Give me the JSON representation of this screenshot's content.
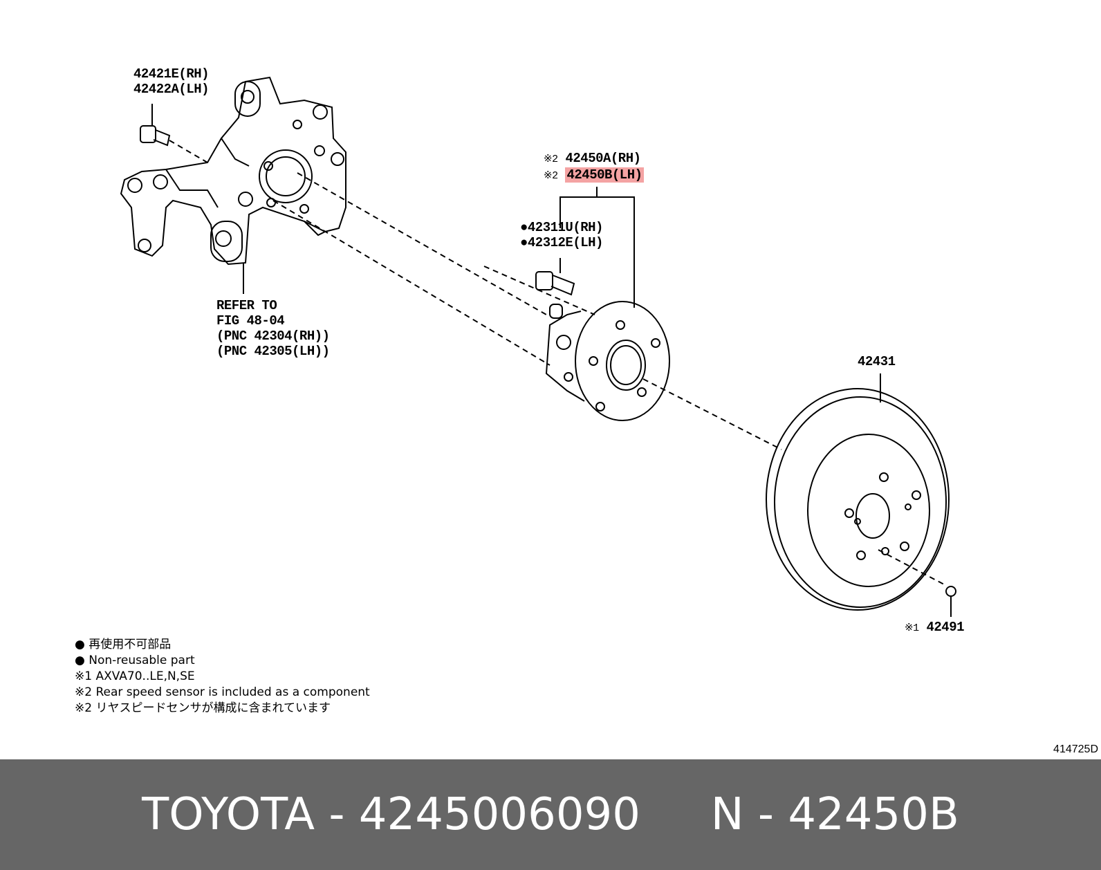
{
  "labels": {
    "knuckle_bolt_rh": "42421E(RH)",
    "knuckle_bolt_lh": "42422A(LH)",
    "refer_line1": "REFER TO",
    "refer_line2": "FIG 48-04",
    "refer_line3": "(PNC 42304(RH))",
    "refer_line4": "(PNC 42305(LH))",
    "hub_mark": "※2",
    "hub_rh": "42450A(RH)",
    "hub_lh": "42450B(LH)",
    "bolt_rh": "●42311U(RH)",
    "bolt_lh": "●42312E(LH)",
    "disc": "42431",
    "screw_mark": "※1",
    "screw": "42491"
  },
  "legend": {
    "line1": "● 再使用不可部品",
    "line2": "● Non-reusable part",
    "line3": "※1 AXVA70..LE,N,SE",
    "line4": "※2 Rear speed sensor is included as a component",
    "line5": "※2 リヤスピードセンサが構成に含まれています"
  },
  "illustration_code": "414725D",
  "footer": {
    "text": "TOYOTA - 4245006090     N - 42450B"
  },
  "colors": {
    "footer_bg": "#666666",
    "footer_text": "#ffffff",
    "highlight": "#f4a3a3"
  }
}
